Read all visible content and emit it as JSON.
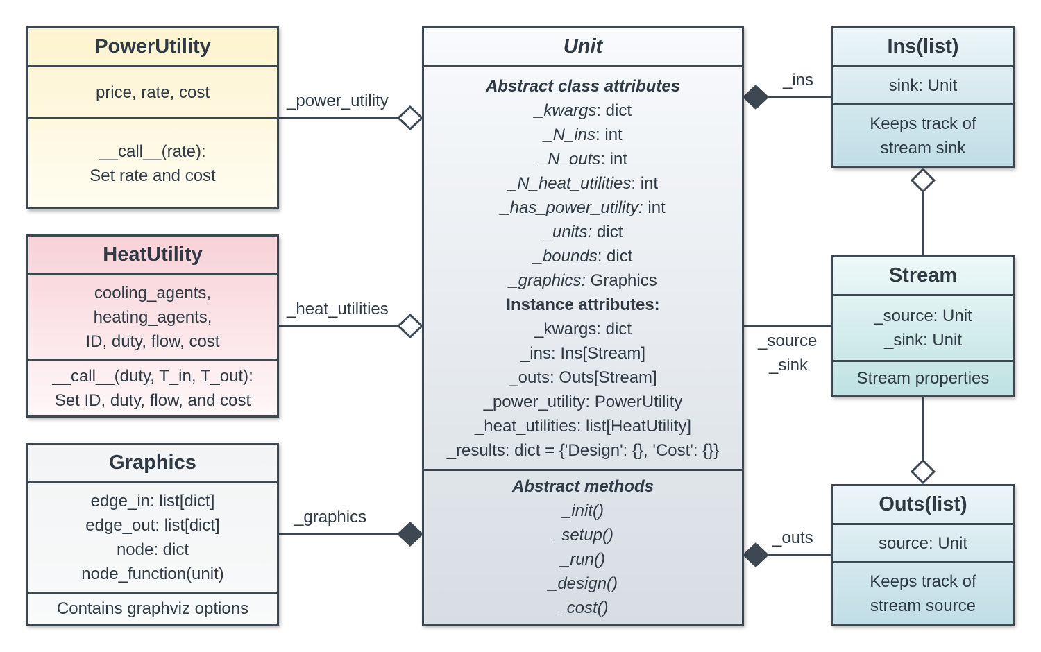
{
  "power_utility": {
    "title": "PowerUtility",
    "attributes": "price, rate, cost",
    "methods": [
      "__call__(rate):",
      "Set rate and cost"
    ]
  },
  "heat_utility": {
    "title": "HeatUtility",
    "attributes": [
      "cooling_agents,",
      "heating_agents,",
      "ID, duty, flow, cost"
    ],
    "methods": [
      "__call__(duty, T_in, T_out):",
      "Set ID, duty, flow, and cost"
    ]
  },
  "graphics": {
    "title": "Graphics",
    "attributes": [
      "edge_in: list[dict]",
      "edge_out: list[dict]",
      "node: dict",
      "node_function(unit)"
    ],
    "methods": "Contains graphviz options"
  },
  "unit": {
    "title": "Unit",
    "abstract_header": "Abstract class attributes",
    "abstract_attributes": [
      {
        "name": "_kwargs",
        "sep": ":",
        "type": " dict"
      },
      {
        "name": "_N_ins",
        "sep": ":",
        "type": " int"
      },
      {
        "name": "_N_outs",
        "sep": ":",
        "type": " int"
      },
      {
        "name": "_N_heat_utilities",
        "sep": ":",
        "type": " int"
      },
      {
        "name": "_has_power_utility",
        "sep": ":",
        "type": " int"
      },
      {
        "name": "_units",
        "sep": ":",
        "type": " dict"
      },
      {
        "name": "_bounds",
        "sep": ":",
        "type": " dict"
      },
      {
        "name": "_graphics",
        "sep": ":",
        "type": " Graphics"
      }
    ],
    "instance_header": "Instance attributes:",
    "instance_attributes": [
      "_kwargs: dict",
      "_ins: Ins[Stream]",
      "_outs: Outs[Stream]",
      "_power_utility: PowerUtility",
      "_heat_utilities: list[HeatUtility]",
      "_results: dict = {'Design': {}, 'Cost': {}}"
    ],
    "methods_header": "Abstract methods",
    "methods": [
      "_init()",
      "_setup()",
      "_run()",
      "_design()",
      "_cost()"
    ]
  },
  "ins": {
    "title": "Ins(list)",
    "attributes": "sink: Unit",
    "description": [
      "Keeps track of",
      "stream sink"
    ]
  },
  "stream": {
    "title": "Stream",
    "attributes": [
      "_source: Unit",
      "_sink: Unit"
    ],
    "description": "Stream properties"
  },
  "outs": {
    "title": "Outs(list)",
    "attributes": "source: Unit",
    "description": [
      "Keeps track of",
      "stream source"
    ]
  },
  "connections": {
    "power_utility": "_power_utility",
    "heat_utilities": "_heat_utilities",
    "graphics": "_graphics",
    "ins": "_ins",
    "outs": "_outs",
    "source": "_source",
    "sink": "_sink"
  }
}
